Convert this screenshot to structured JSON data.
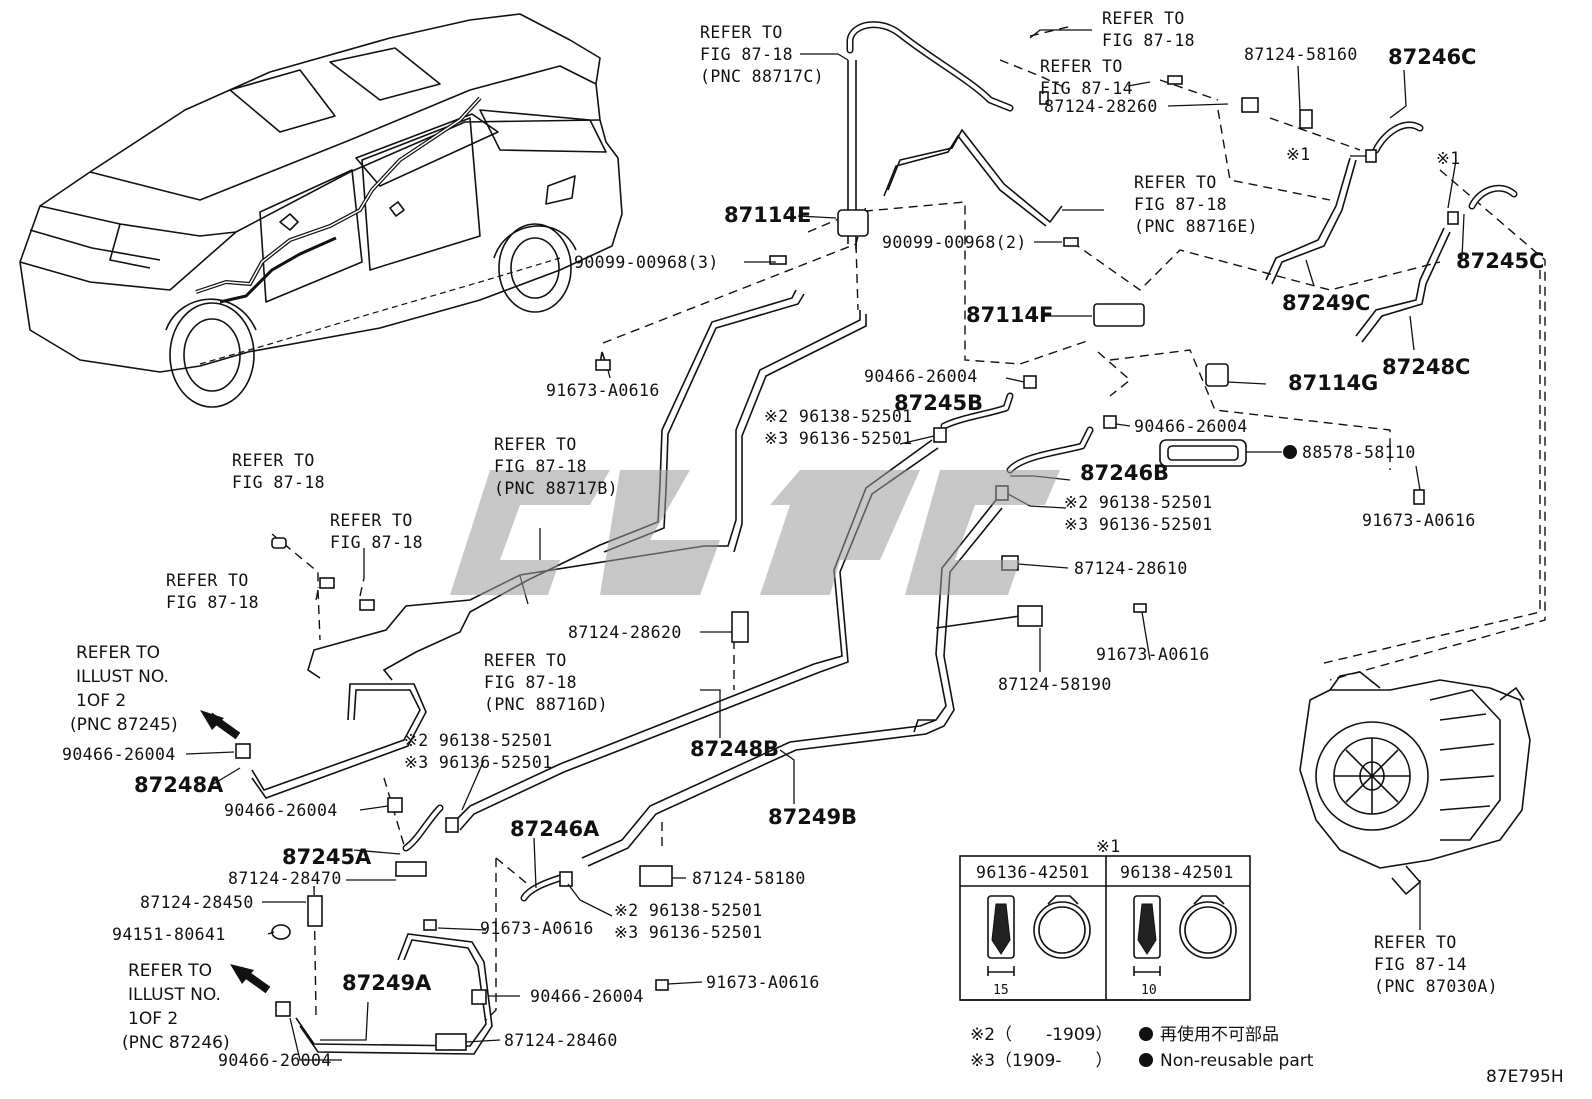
{
  "diagram_code": "87E795H",
  "watermark": "",
  "parts": {
    "p87246C": "87246C",
    "p87245C": "87245C",
    "p87249C": "87249C",
    "p87248C": "87248C",
    "p87114E": "87114E",
    "p87114F": "87114F",
    "p87114G": "87114G",
    "p87245B": "87245B",
    "p87246B": "87246B",
    "p87248B": "87248B",
    "p87249B": "87249B",
    "p87248A": "87248A",
    "p87245A": "87245A",
    "p87246A": "87246A",
    "p87249A": "87249A",
    "n87124_58160": "87124-58160",
    "n87124_28260": "87124-28260",
    "n90099_3": "90099-00968(3)",
    "n90099_2": "90099-00968(2)",
    "n91673_a": "91673-A0616",
    "n91673_b": "91673-A0616",
    "n91673_c": "91673-A0616",
    "n91673_d": "91673-A0616",
    "n91673_e": "91673-A0616",
    "n90466_a": "90466-26004",
    "n90466_b": "90466-26004",
    "n90466_c": "90466-26004",
    "n90466_d": "90466-26004",
    "n90466_e": "90466-26004",
    "n90466_f": "90466-26004",
    "n88578": "88578-58110",
    "n87124_28610": "87124-28610",
    "n87124_28620": "87124-28620",
    "n87124_58190": "87124-58190",
    "n87124_58180": "87124-58180",
    "n87124_28470": "87124-28470",
    "n87124_28450": "87124-28450",
    "n94151": "94151-80641",
    "n87124_28460": "87124-28460",
    "clamp2_a": "※2 96138-52501",
    "clamp3_a": "※3 96136-52501",
    "clamp2_b": "※2 96138-52501",
    "clamp3_b": "※3 96136-52501",
    "clamp2_c": "※2 96138-52501",
    "clamp3_c": "※3 96136-52501",
    "clamp2_d": "※2 96138-52501",
    "clamp3_d": "※3 96136-52501",
    "mark1_a": "※1",
    "mark1_b": "※1"
  },
  "refs": {
    "r1": [
      "REFER TO",
      "FIG 87-18",
      "(PNC 88717C)"
    ],
    "r2": [
      "REFER TO",
      "FIG 87-18"
    ],
    "r3": [
      "REFER TO",
      "FIG 87-14"
    ],
    "r4": [
      "REFER TO",
      "FIG 87-18",
      "(PNC 88716E)"
    ],
    "r5": [
      "REFER TO",
      "FIG 87-18",
      "(PNC 88717B)"
    ],
    "r6": [
      "REFER TO",
      "FIG 87-18"
    ],
    "r7": [
      "REFER TO",
      "FIG 87-18"
    ],
    "r8": [
      "REFER TO",
      "FIG 87-18"
    ],
    "r9": [
      "REFER TO",
      "FIG 87-18",
      "(PNC 88716D)"
    ],
    "r10": [
      "REFER TO",
      "ILLUST NO.",
      "1OF 2",
      "(PNC 87245)"
    ],
    "r11": [
      "REFER TO",
      "ILLUST NO.",
      "1OF 2",
      "(PNC 87246)"
    ],
    "r12": [
      "REFER TO",
      "FIG 87-14",
      "(PNC 87030A)"
    ]
  },
  "clamp_table": {
    "header_mark": "※1",
    "col1": "96136-42501",
    "col2": "96138-42501",
    "dim1": "15",
    "dim2": "10"
  },
  "legend": {
    "note2": "※2（　　-1909）",
    "note3": "※3（1909-　　）",
    "nonreusable_jp": "再使用不可部品",
    "nonreusable_en": "Non-reusable part"
  }
}
